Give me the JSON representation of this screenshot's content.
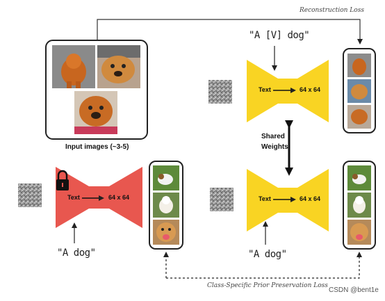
{
  "labels": {
    "reconstruction_loss": "Reconstruction Loss",
    "input_images": "Input images (~3-5)",
    "prompt_identifier": "\"A [V] dog\"",
    "prompt_class_left": "\"A dog\"",
    "prompt_class_right": "\"A dog\"",
    "shared_weights_line1": "Shared",
    "shared_weights_line2": "Weights",
    "prior_loss": "Class-Specific Prior Preservation Loss",
    "watermark": "CSDN @bent1e"
  },
  "models": {
    "frozen": {
      "input": "Text",
      "output": "64 x 64",
      "color": "#e8574f"
    },
    "top": {
      "input": "Text",
      "output": "64 x 64",
      "color": "#f9d423"
    },
    "bottom": {
      "input": "Text",
      "output": "64 x 64",
      "color": "#f9d423"
    }
  },
  "icons": [
    "lock-icon",
    "noise-image",
    "dog-photo"
  ],
  "colors": {
    "frozen": "#e8574f",
    "trainable": "#f9d423",
    "ink": "#222222"
  }
}
